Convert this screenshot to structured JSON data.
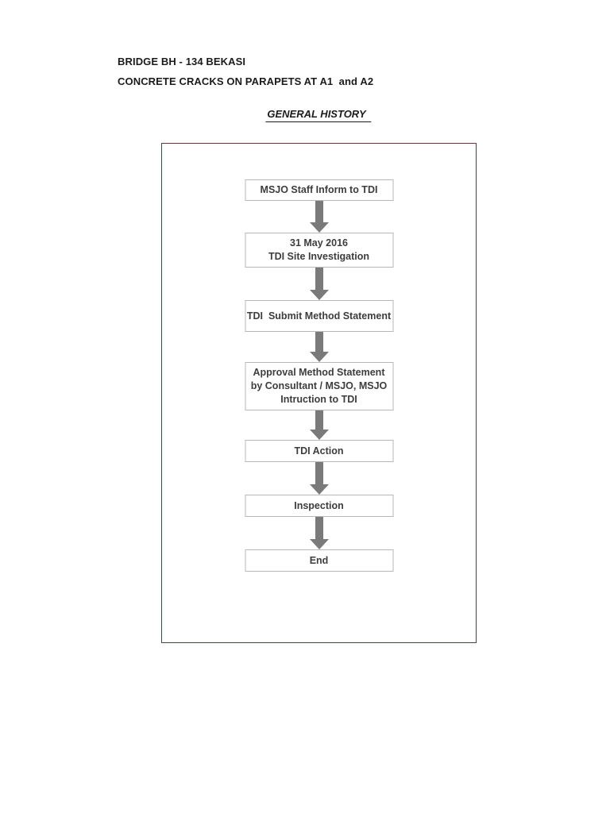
{
  "page": {
    "header_line1": "BRIDGE BH - 134 BEKASI",
    "header_line2": "CONCRETE CRACKS ON PARAPETS AT A1  and A2",
    "title": "GENERAL HISTORY"
  },
  "flowchart": {
    "steps": [
      {
        "lines": [
          "MSJO Staff Inform to TDI"
        ]
      },
      {
        "lines": [
          "31 May 2016",
          "TDI Site Investigation"
        ]
      },
      {
        "lines": [
          "TDI  Submit Method Statement"
        ]
      },
      {
        "lines": [
          "Approval Method Statement",
          "by Consultant / MSJO, MSJO",
          "Intruction to TDI"
        ]
      },
      {
        "lines": [
          "TDI Action"
        ]
      },
      {
        "lines": [
          "Inspection"
        ]
      },
      {
        "lines": [
          "End"
        ]
      }
    ]
  },
  "colors": {
    "outer_border": "#5c3a3e",
    "box_border": "#b7b7b7",
    "arrow": "#7a7a7a",
    "text": "#3d3d3d"
  }
}
